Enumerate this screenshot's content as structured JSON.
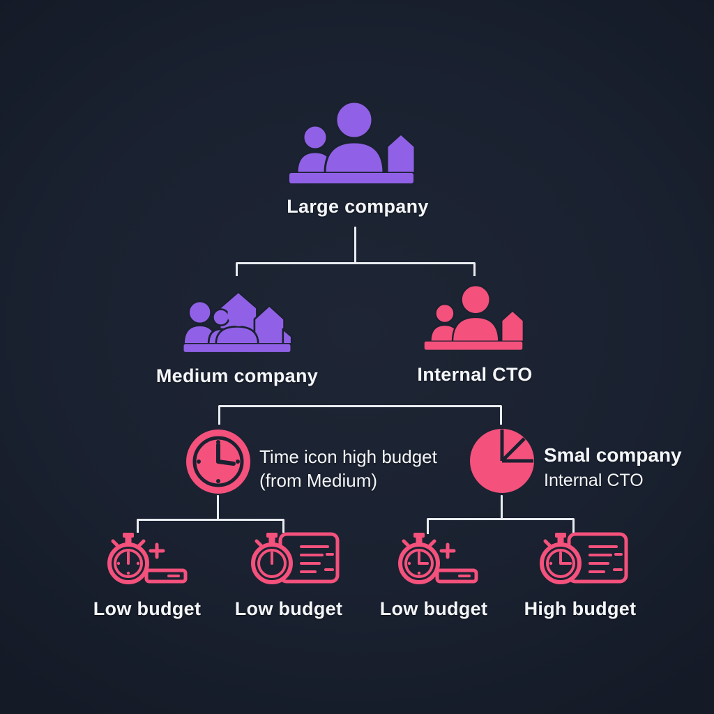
{
  "colors": {
    "background": "#1a2130",
    "background_edge": "#141a26",
    "purple": "#9061e6",
    "pink": "#f4517c",
    "line": "#e9ecf0",
    "text": "#f4f6f9"
  },
  "tree": {
    "root": {
      "label": "Large company",
      "icon": "people-group-icon"
    },
    "level2": [
      {
        "label": "Medium company",
        "icon": "people-buildings-icon"
      },
      {
        "label": "Internal CTO",
        "icon": "people-group-icon"
      }
    ],
    "level3": [
      {
        "line1": "Time icon high budget",
        "line2": "(from Medium)",
        "icon": "clock-icon"
      },
      {
        "line1": "Smal company",
        "line2": "Internal CTO",
        "icon": "pie-chart-icon"
      }
    ],
    "level4": [
      {
        "label": "Low budget",
        "icon": "stopwatch-plus-icon"
      },
      {
        "label": "Low budget",
        "icon": "stopwatch-card-icon"
      },
      {
        "label": "Low budget",
        "icon": "stopwatch-plus-icon"
      },
      {
        "label": "High budget",
        "icon": "stopwatch-card-icon"
      }
    ]
  }
}
